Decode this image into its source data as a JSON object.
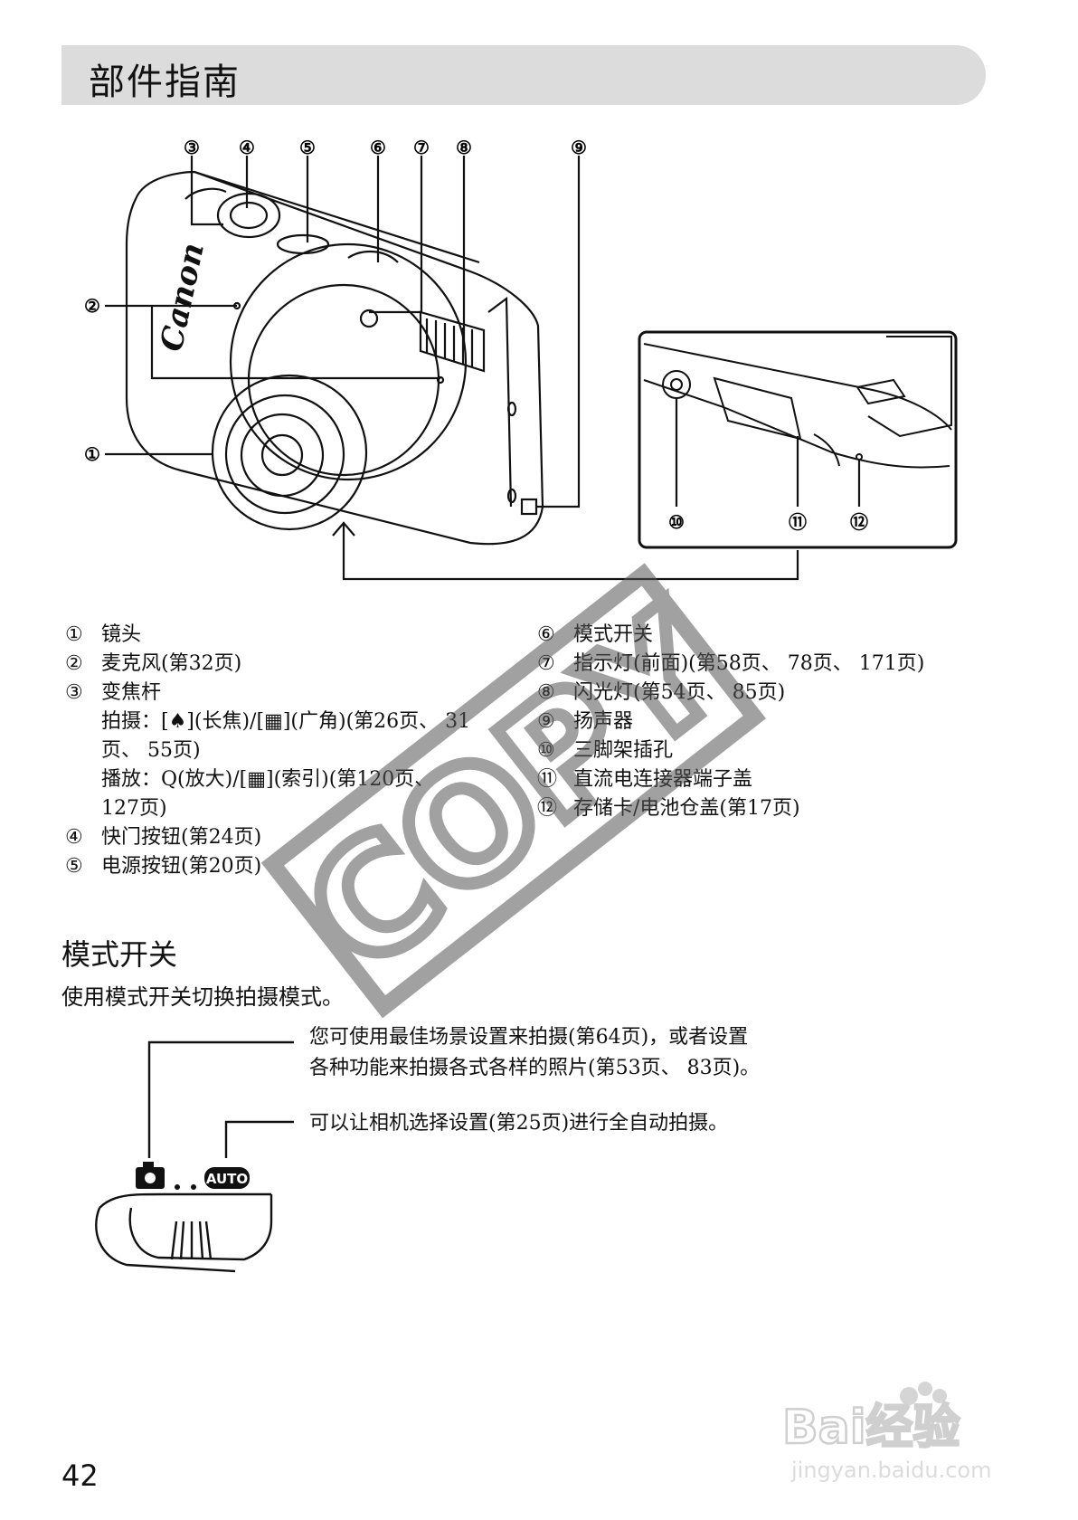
{
  "header": {
    "title": "部件指南"
  },
  "diagram": {
    "callouts_top": [
      "③",
      "④",
      "⑤",
      "⑥",
      "⑦",
      "⑧",
      "⑨"
    ],
    "callouts_left": [
      "②",
      "①"
    ],
    "callouts_bottom": [
      "⑩",
      "⑪",
      "⑫"
    ],
    "brand_label": "Canon"
  },
  "parts_left": [
    {
      "num": "①",
      "text": "镜头"
    },
    {
      "num": "②",
      "text": "麦克风(第32页)"
    },
    {
      "num": "③",
      "text": "变焦杆"
    },
    {
      "sub": "拍摄：[♠](长焦)/[▦](广角)(第26页、 31"
    },
    {
      "sub": "页、 55页)"
    },
    {
      "sub": "播放：Q(放大)/[▦](索引)(第120页、"
    },
    {
      "sub": "127页)"
    },
    {
      "num": "④",
      "text": "快门按钮(第24页)"
    },
    {
      "num": "⑤",
      "text": "电源按钮(第20页)"
    }
  ],
  "parts_right": [
    {
      "num": "⑥",
      "text": "模式开关"
    },
    {
      "num": "⑦",
      "text": "指示灯(前面)(第58页、 78页、 171页)"
    },
    {
      "num": "⑧",
      "text": "闪光灯(第54页、 85页)"
    },
    {
      "num": "⑨",
      "text": "扬声器"
    },
    {
      "num": "⑩",
      "text": "三脚架插孔"
    },
    {
      "num": "⑪",
      "text": "直流电连接器端子盖"
    },
    {
      "num": "⑫",
      "text": "存储卡/电池仓盖(第17页)"
    }
  ],
  "mode_section": {
    "heading": "模式开关",
    "description": "使用模式开关切换拍摄模式。",
    "camera_mode_line1": "您可使用最佳场景设置来拍摄(第64页)，或者设置",
    "camera_mode_line2": "各种功能来拍摄各式各样的照片(第53页、 83页)。",
    "auto_mode_text": "可以让相机选择设置(第25页)进行全自动拍摄。",
    "auto_label": "AUTO"
  },
  "watermark": {
    "copy_text": "COPY",
    "baidu_text": "Bai经验",
    "baidu_url": "jingyan.baidu.com"
  },
  "footer": {
    "page_number": "42"
  }
}
